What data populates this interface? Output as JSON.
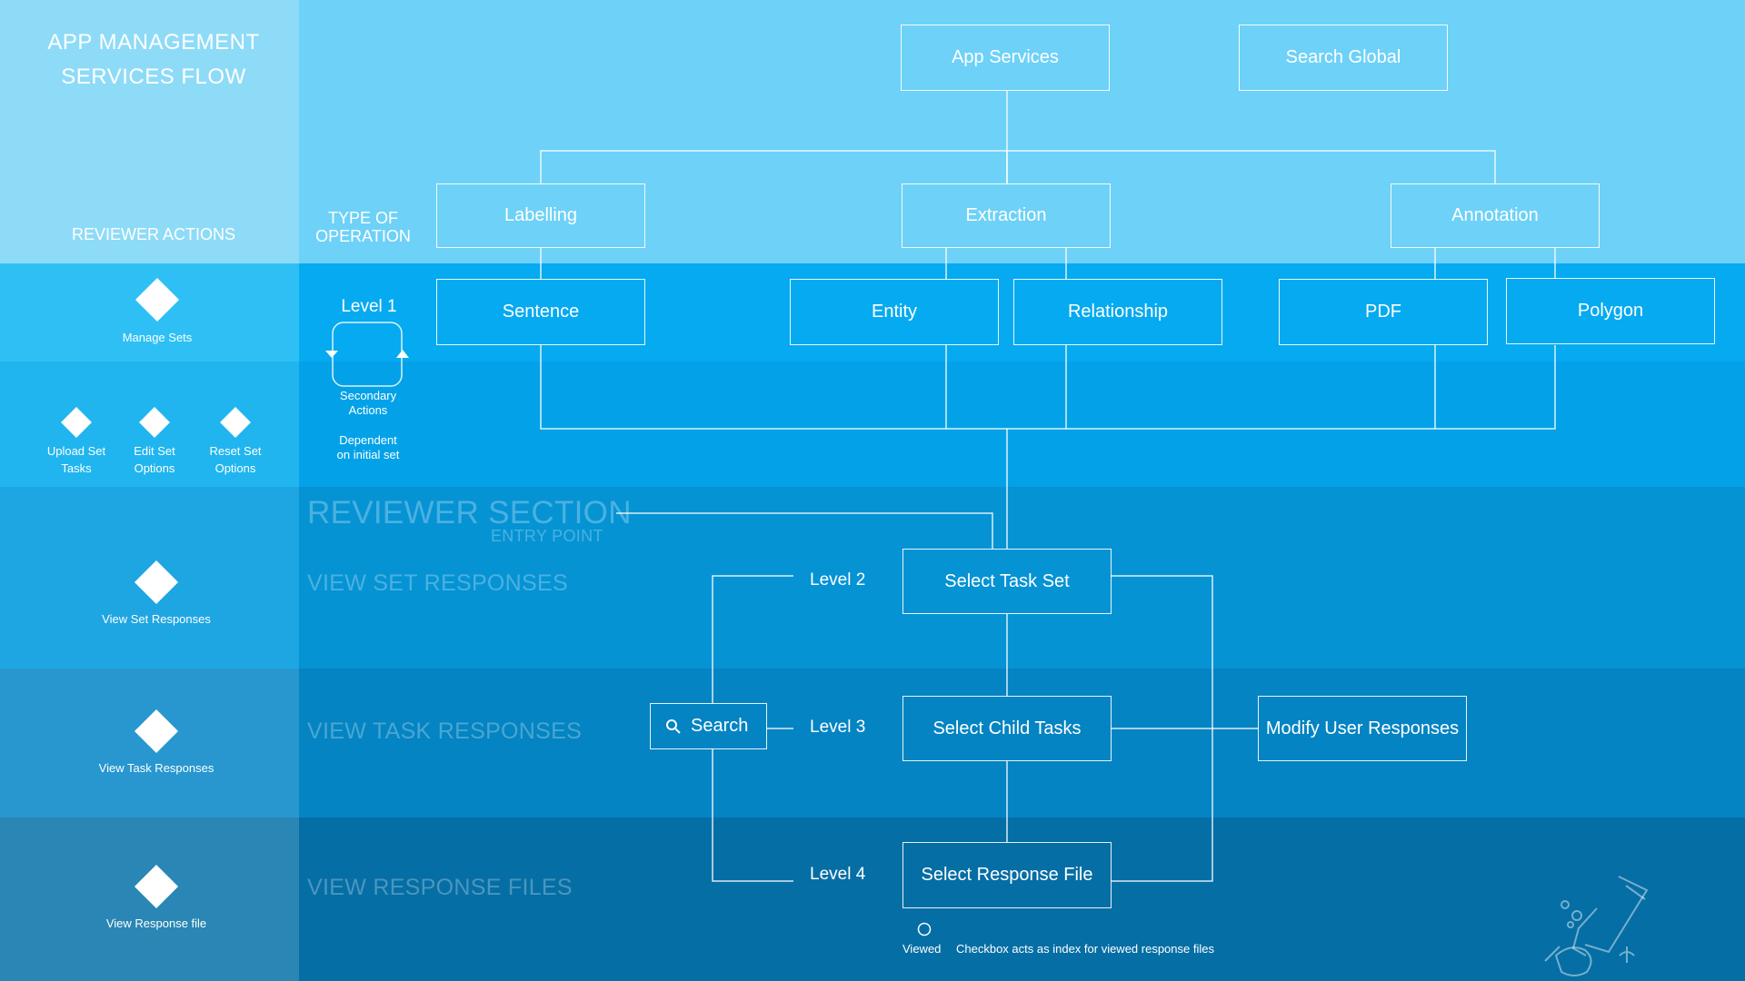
{
  "sidebar": {
    "title_line1": "APP MANAGEMENT",
    "title_line2": "SERVICES FLOW",
    "reviewer_actions": "REVIEWER ACTIONS",
    "manage_sets": "Manage Sets",
    "upload_l1": "Upload Set",
    "upload_l2": "Tasks",
    "edit_l1": "Edit Set",
    "edit_l2": "Options",
    "reset_l1": "Reset Set",
    "reset_l2": "Options",
    "view_set": "View Set Responses",
    "view_task": "View Task Responses",
    "view_file": "View Response file"
  },
  "legend": {
    "type_l1": "TYPE OF",
    "type_l2": "OPERATION",
    "level1": "Level 1",
    "secondary_l1": "Secondary",
    "secondary_l2": "Actions",
    "dependent_l1": "Dependent",
    "dependent_l2": "on initial set"
  },
  "sections": {
    "reviewer": "REVIEWER SECTION",
    "entry": "ENTRY POINT",
    "view_set": "VIEW SET RESPONSES",
    "view_task": "VIEW TASK RESPONSES",
    "view_files": "VIEW RESPONSE FILES"
  },
  "nodes": {
    "app_services": "App Services",
    "search_global": "Search Global",
    "labelling": "Labelling",
    "extraction": "Extraction",
    "annotation": "Annotation",
    "sentence": "Sentence",
    "entity": "Entity",
    "relationship": "Relationship",
    "pdf": "PDF",
    "polygon": "Polygon",
    "select_task_set": "Select Task Set",
    "select_child_tasks": "Select Child Tasks",
    "select_response_file": "Select Response File",
    "modify_user_responses": "Modify User Responses",
    "search": "Search"
  },
  "levels": {
    "l2": "Level 2",
    "l3": "Level 3",
    "l4": "Level 4"
  },
  "footer": {
    "viewed": "Viewed",
    "checkbox_note": "Checkbox acts as index for viewed response files"
  },
  "colors": {
    "band_top": "#6ed1f7",
    "band_l1": "#06aaf0",
    "band_sec": "#03a2e8",
    "band_set": "#0593d4",
    "band_task": "#0484c2",
    "band_file": "#056ea5"
  },
  "icons": [
    "search-icon",
    "diver-illustration-icon"
  ]
}
